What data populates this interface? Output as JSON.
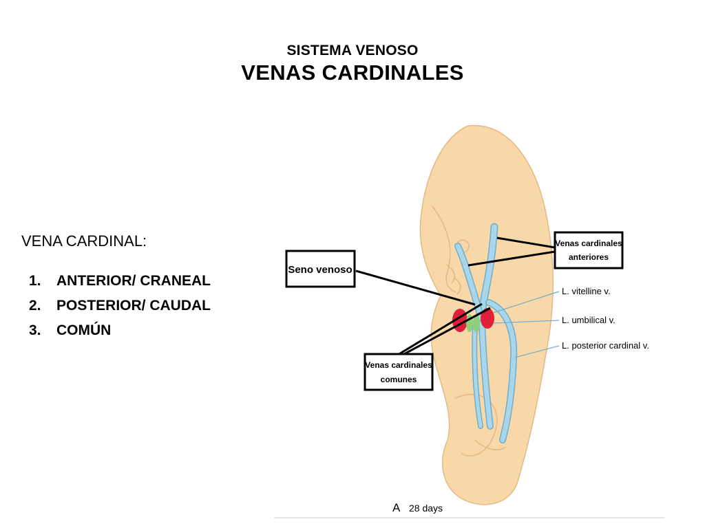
{
  "slide": {
    "subtitle": "SISTEMA VENOSO",
    "title": "VENAS CARDINALES"
  },
  "content": {
    "heading": "VENA CARDINAL:",
    "items": [
      {
        "number": "1.",
        "text": "ANTERIOR/ CRANEAL"
      },
      {
        "number": "2.",
        "text": "POSTERIOR/ CAUDAL"
      },
      {
        "number": "3.",
        "text": "COMÚN"
      }
    ]
  },
  "diagram": {
    "labels": {
      "anterior_cardinal_line1": "Venas cardinales",
      "anterior_cardinal_line2": "anteriores",
      "sinus_venosus": "Seno venoso",
      "common_cardinal_line1": "Venas cardinales",
      "common_cardinal_line2": "comunes",
      "vitelline": "L. vitelline v.",
      "umbilical": "L. umbilical v.",
      "posterior_cardinal": "L. posterior cardinal v.",
      "panel_letter": "A",
      "age": "28 days"
    },
    "colors": {
      "embryo": "#f8d8a8",
      "embryo_outline": "#e3b884",
      "vein": "#a9d6ea",
      "vein_outline": "#6faecb",
      "red": "#e0203a",
      "green": "#8fcf7a"
    }
  }
}
